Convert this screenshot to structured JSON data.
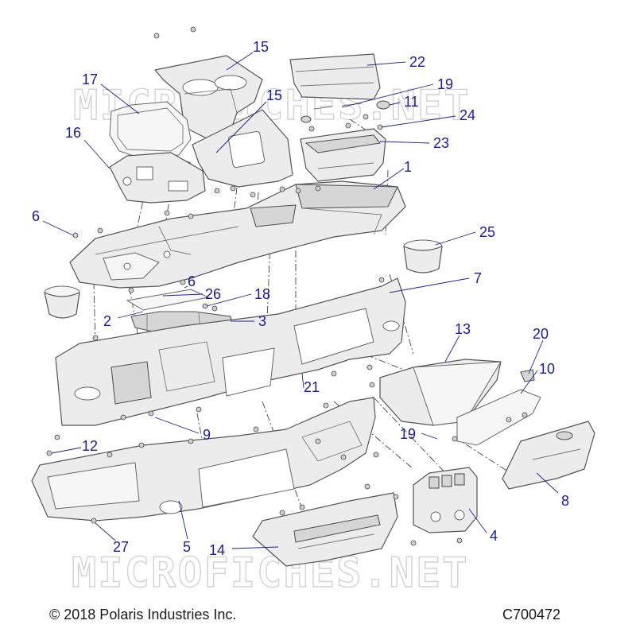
{
  "watermark": "MICROFICHES.NET",
  "footer": {
    "copyright": "© 2018 Polaris Industries Inc.",
    "code": "C700472"
  },
  "callouts": [
    {
      "id": "c15a",
      "label": "15"
    },
    {
      "id": "c22",
      "label": "22"
    },
    {
      "id": "c17",
      "label": "17"
    },
    {
      "id": "c19a",
      "label": "19"
    },
    {
      "id": "c11",
      "label": "11"
    },
    {
      "id": "c15b",
      "label": "15"
    },
    {
      "id": "c24",
      "label": "24"
    },
    {
      "id": "c16",
      "label": "16"
    },
    {
      "id": "c23",
      "label": "23"
    },
    {
      "id": "c1",
      "label": "1"
    },
    {
      "id": "c6a",
      "label": "6"
    },
    {
      "id": "c25",
      "label": "25"
    },
    {
      "id": "c6b",
      "label": "6"
    },
    {
      "id": "c7",
      "label": "7"
    },
    {
      "id": "c26",
      "label": "26"
    },
    {
      "id": "c18",
      "label": "18"
    },
    {
      "id": "c2",
      "label": "2"
    },
    {
      "id": "c3",
      "label": "3"
    },
    {
      "id": "c13",
      "label": "13"
    },
    {
      "id": "c20",
      "label": "20"
    },
    {
      "id": "c10",
      "label": "10"
    },
    {
      "id": "c21",
      "label": "21"
    },
    {
      "id": "c9",
      "label": "9"
    },
    {
      "id": "c19b",
      "label": "19"
    },
    {
      "id": "c12",
      "label": "12"
    },
    {
      "id": "c8",
      "label": "8"
    },
    {
      "id": "c4",
      "label": "4"
    },
    {
      "id": "c27",
      "label": "27"
    },
    {
      "id": "c5",
      "label": "5"
    },
    {
      "id": "c14",
      "label": "14"
    }
  ]
}
